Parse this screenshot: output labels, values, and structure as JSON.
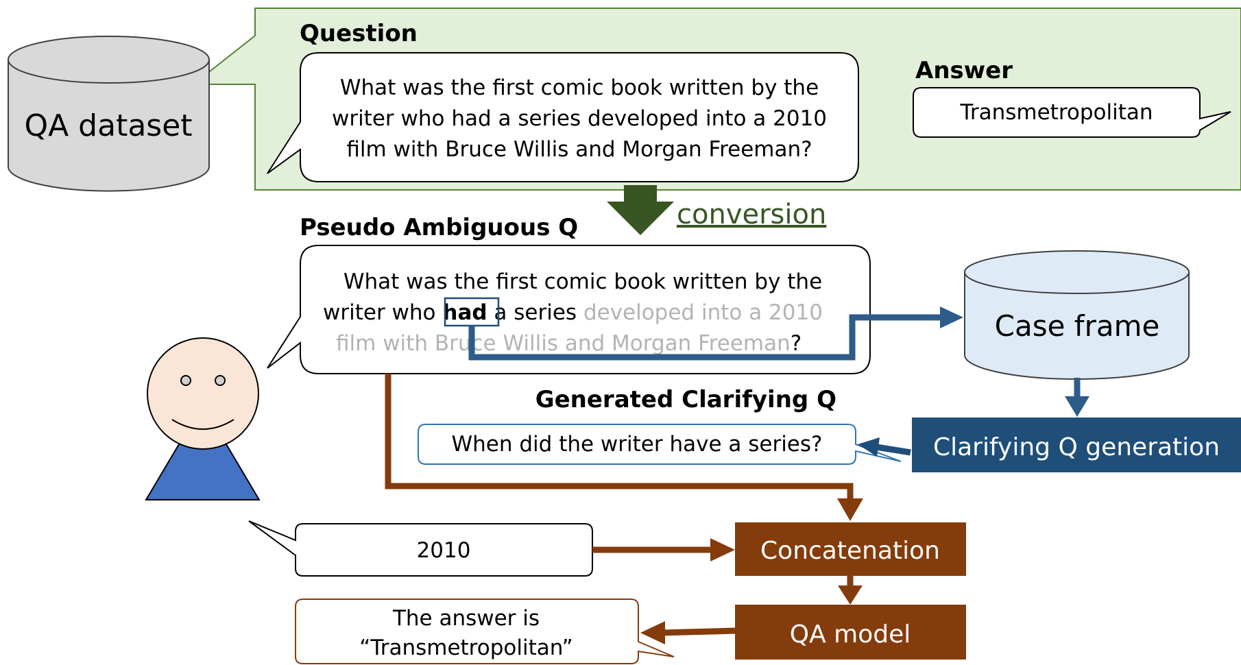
{
  "dataset": {
    "label": "QA dataset"
  },
  "question": {
    "heading": "Question",
    "lines": [
      "What was the first comic book written by the",
      "writer who had a series developed into a 2010",
      "film with Bruce Willis and Morgan Freeman?"
    ]
  },
  "answer": {
    "heading": "Answer",
    "text": "Transmetropolitan"
  },
  "conversion": {
    "label": "conversion"
  },
  "pseudo": {
    "heading": "Pseudo Ambiguous Q",
    "line1": "What was the first comic book written by the",
    "line2_pre": "writer who ",
    "line2_highlight": "had",
    "line2_mid": " a series ",
    "line2_faded": "developed into a 2010",
    "line3_faded": "film with Bruce Willis and Morgan Freeman",
    "line3_end": "?"
  },
  "case_frame": {
    "label": "Case frame"
  },
  "clarifying": {
    "heading": "Generated Clarifying Q",
    "question": "When did the writer have a series?",
    "generator_label": "Clarifying Q generation"
  },
  "user_reply": {
    "text": "2010"
  },
  "concatenation": {
    "label": "Concatenation"
  },
  "qa_model": {
    "label": "QA model"
  },
  "final_answer": {
    "line1": "The answer is",
    "line2": "“Transmetropolitan”"
  },
  "colors": {
    "green_panel": "#e2efd9",
    "green_border": "#548235",
    "green_arrow": "#375623",
    "navy": "#1f4e79",
    "blue_arrow": "#2e5c8a",
    "light_blue": "#deebf7",
    "brown": "#843c0c",
    "skin": "#fbe5d6",
    "person_blue": "#4472c4",
    "cylinder_gray": "#d9d9d9"
  }
}
